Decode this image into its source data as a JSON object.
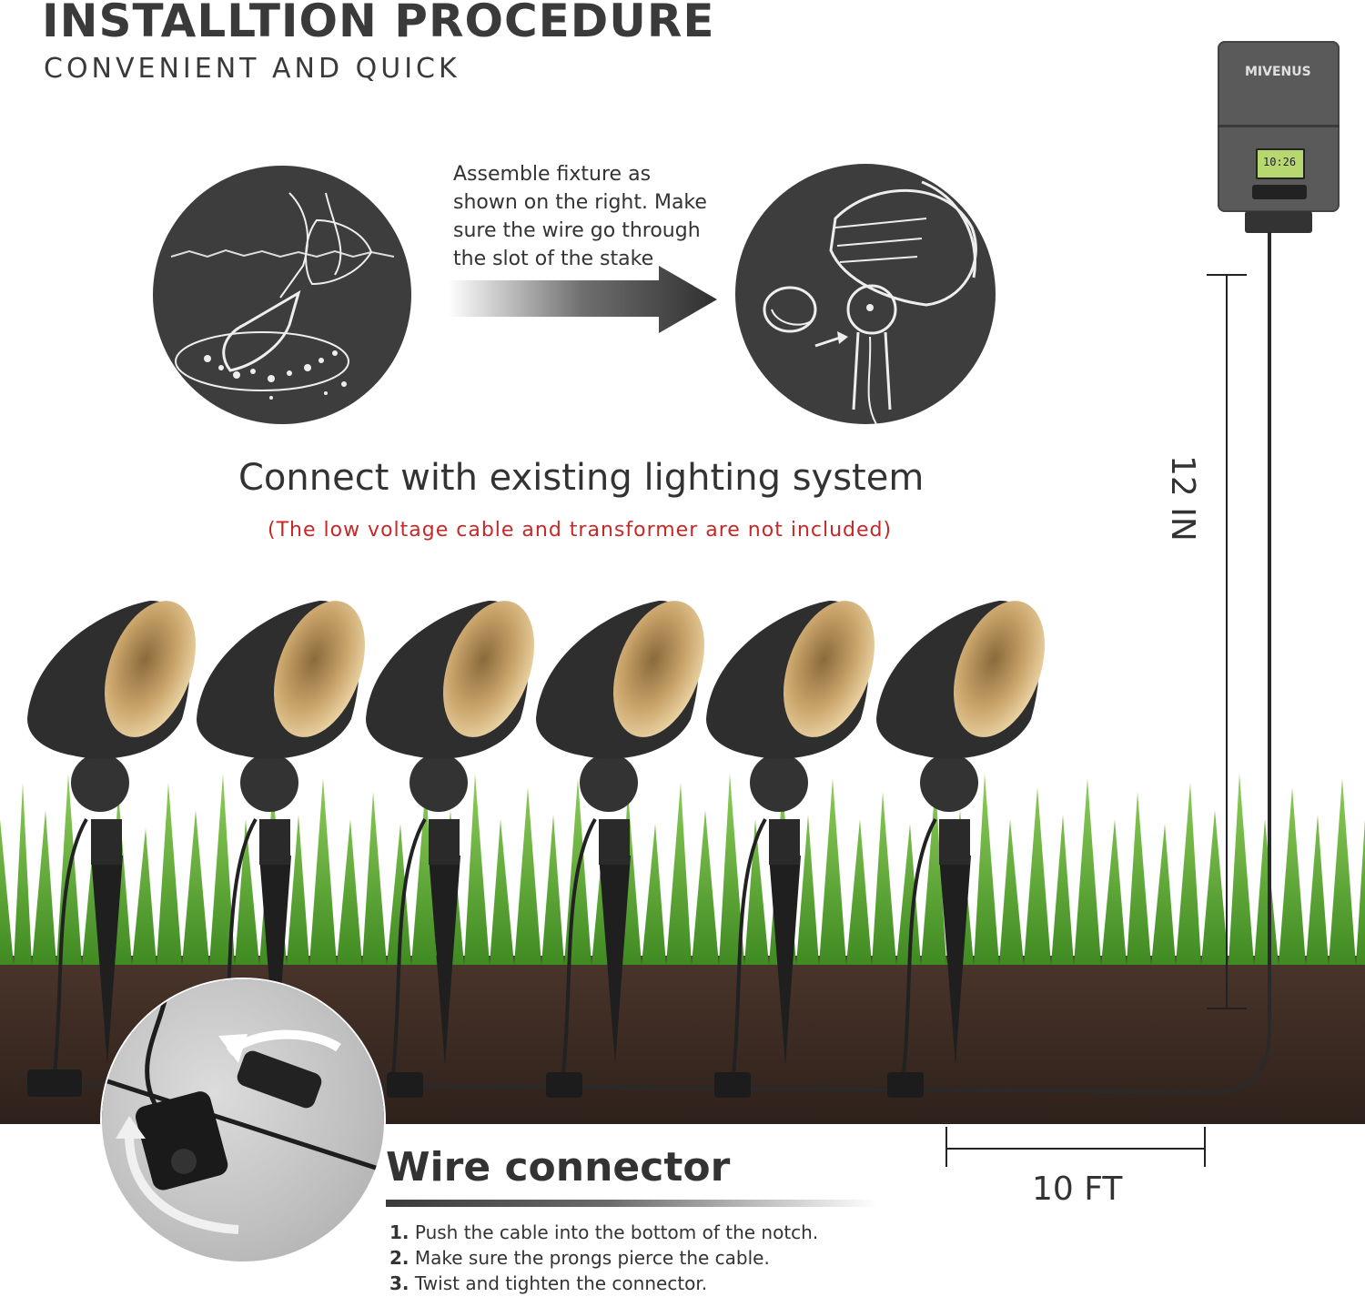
{
  "header": {
    "title": "INSTALLTION PROCEDURE",
    "subtitle": "CONVENIENT AND QUICK"
  },
  "step": {
    "instruction": "Assemble fixture as shown on the right. Make sure the wire go through the slot of the stake"
  },
  "connect": {
    "title": "Connect with existing lighting system",
    "note": "(The low voltage cable and transformer are not included)"
  },
  "transformer": {
    "brand": "MIVENUS",
    "display": "10:26"
  },
  "dimensions": {
    "height": "12 IN",
    "spacing": "10 FT"
  },
  "wire_connector": {
    "title": "Wire connector",
    "steps": [
      {
        "num": "1.",
        "text": "Push the cable into the bottom of the notch."
      },
      {
        "num": "2.",
        "text": "Make sure the prongs pierce the cable."
      },
      {
        "num": "3.",
        "text": "Twist and tighten the connector."
      }
    ]
  },
  "colors": {
    "accent_red": "#c62828",
    "grass": "#4f9a2a",
    "soil": "#3b2a22",
    "fixture": "#2e2e2e",
    "reflector": "#c9a46a"
  },
  "icons": [
    "digging-shovel-icon",
    "fixture-assembly-icon",
    "right-arrow-icon",
    "twist-arrow-icon"
  ]
}
